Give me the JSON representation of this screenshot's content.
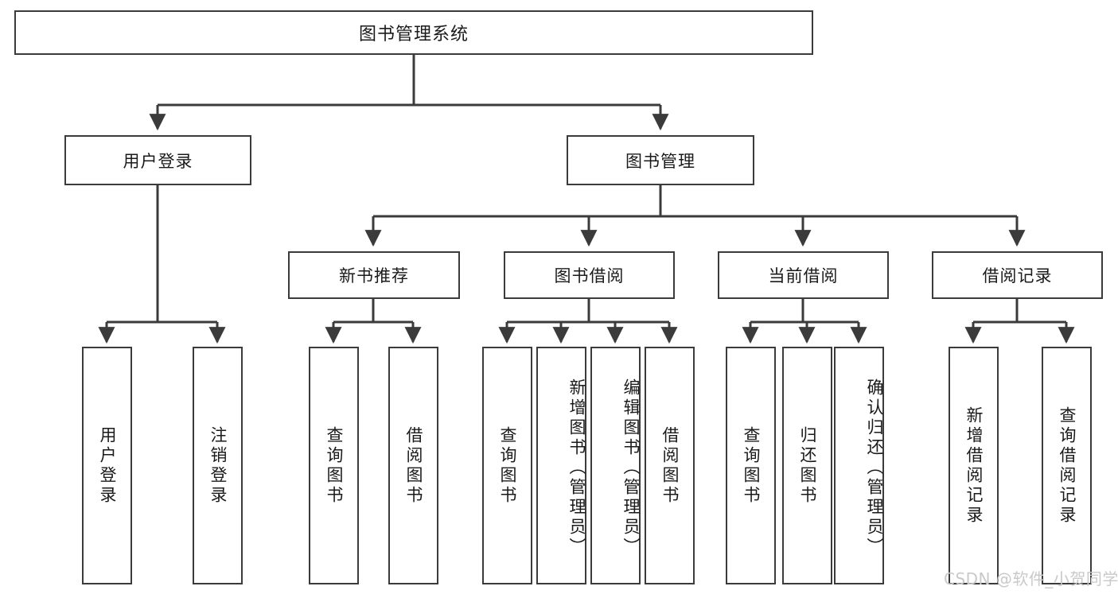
{
  "diagram": {
    "type": "tree-hierarchy",
    "title": "图书管理系统功能结构图",
    "root": {
      "id": "root",
      "label": "图书管理系统"
    },
    "level2": [
      {
        "id": "user-login",
        "label": "用户登录"
      },
      {
        "id": "book-manage",
        "label": "图书管理"
      }
    ],
    "level3": [
      {
        "id": "new-book-rec",
        "label": "新书推荐"
      },
      {
        "id": "book-borrow",
        "label": "图书借阅"
      },
      {
        "id": "current-borrow",
        "label": "当前借阅"
      },
      {
        "id": "borrow-record",
        "label": "借阅记录"
      }
    ],
    "leaves": {
      "user_login": [
        {
          "id": "leaf-user-login",
          "label": "用户登录"
        },
        {
          "id": "leaf-logout-login",
          "label": "注销登录"
        }
      ],
      "new_book_rec": [
        {
          "id": "leaf-query-book-1",
          "label": "查询图书"
        },
        {
          "id": "leaf-borrow-book-1",
          "label": "借阅图书"
        }
      ],
      "book_borrow": [
        {
          "id": "leaf-query-book-2",
          "label": "查询图书"
        },
        {
          "id": "leaf-add-book",
          "label": "新增图书（管理员）"
        },
        {
          "id": "leaf-edit-book",
          "label": "编辑图书（管理员）"
        },
        {
          "id": "leaf-borrow-book-2",
          "label": "借阅图书"
        }
      ],
      "current_borrow": [
        {
          "id": "leaf-query-book-3",
          "label": "查询图书"
        },
        {
          "id": "leaf-return-book",
          "label": "归还图书"
        },
        {
          "id": "leaf-confirm-return",
          "label": "确认归还（管理员）"
        }
      ],
      "borrow_record": [
        {
          "id": "leaf-add-record",
          "label": "新增借阅记录"
        },
        {
          "id": "leaf-query-record",
          "label": "查询借阅记录"
        }
      ]
    }
  },
  "watermark": {
    "text": "CSDN @软件_小贺同学"
  },
  "colors": {
    "stroke": "#3b3b3b",
    "box_fill": "#ffffff",
    "text": "#1a1a1a",
    "watermark": "#c9c9c9",
    "background": "#ffffff"
  }
}
